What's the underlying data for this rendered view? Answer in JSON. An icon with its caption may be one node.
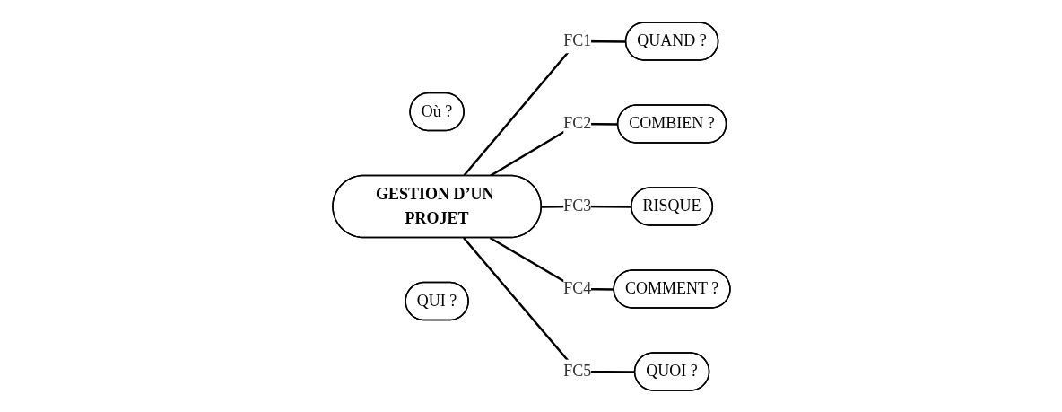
{
  "diagram": {
    "nodes": [
      {
        "text": [
          "QUAND ?"
        ]
      },
      {
        "text": [
          "Où ?"
        ]
      },
      {
        "text": [
          "RISQUE"
        ]
      },
      {
        "text": [
          "GESTION D’UN PROJET"
        ]
      },
      {
        "text": [
          "COMBIEN ?"
        ]
      },
      {
        "text": [
          "QUOI ?"
        ]
      },
      {
        "text": [
          "QUI ?"
        ]
      },
      {
        "text": [
          "COMMENT ?"
        ]
      }
    ],
    "edges": [
      {
        "from": 3,
        "to": 0,
        "arrow": "none",
        "label": "FC1"
      },
      {
        "from": 3,
        "to": 4,
        "arrow": "none",
        "label": "FC2"
      },
      {
        "from": 3,
        "to": 2,
        "arrow": "none",
        "label": "FC3"
      },
      {
        "from": 3,
        "to": 7,
        "arrow": "none",
        "label": "FC4"
      },
      {
        "from": 3,
        "to": 5,
        "arrow": "none",
        "label": "FC5"
      }
    ]
  }
}
